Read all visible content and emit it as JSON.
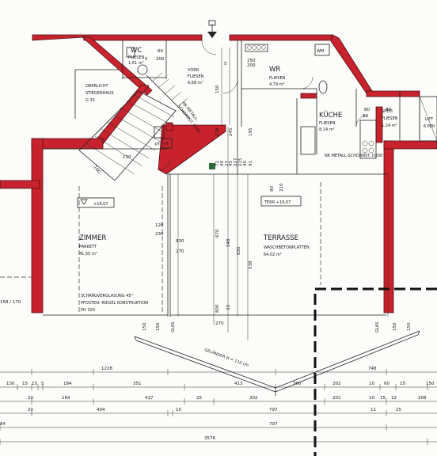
{
  "rooms": {
    "wc": {
      "name": "WC",
      "floor": "FLIESEN",
      "area": "1,61 m²"
    },
    "vorr": {
      "name": "VORR",
      "floor": "FLIESEN",
      "area": "6,68 m²"
    },
    "wr": {
      "name": "WR",
      "floor": "FLIESEN",
      "area": "4,79 m²"
    },
    "kueche": {
      "name": "KÜCHE",
      "floor": "FLIESEN",
      "area": "8,14 m²"
    },
    "speis": {
      "name": "SPEIS",
      "floor": "FLIESEN",
      "area": "1,24 m²"
    },
    "zimmer": {
      "name": "ZIMMER",
      "floor": "PARKETT",
      "area": "41,55 m²"
    },
    "terrasse": {
      "name": "TERRASSE",
      "floor": "WASCHBETONPLATTEN",
      "area": "64,02 m²"
    }
  },
  "notes": {
    "oberlicht": [
      "OBERLICHT",
      "STIEGENHAUS",
      "G 33"
    ],
    "nk_kitchen": "NK METALL-SCHORNST. D200",
    "nk_diag": [
      "NK METALL-",
      "SCHORNST. D200"
    ],
    "glazing": [
      "SCHRÄGVERGLASUNG 45°",
      "PFOSTEN- RIEGEL KONSTRUKTION",
      "PH 100"
    ],
    "railing": "GELÄNDER H = 110 cm",
    "glas_left": "GLAS",
    "glas_right": "GLAS",
    "lift": "LIFT",
    "lift_sub": "6 PER",
    "wm": "WM",
    "pt_left": "PT",
    "pt_right": "PT",
    "level_zimmer": "+19,07",
    "level_terr": "TERR +19,07"
  },
  "dims": {
    "inner": [
      "60",
      "200",
      "5",
      "218",
      "245",
      "40",
      "45",
      "227",
      "215",
      "40",
      "150",
      "5",
      "27",
      "72",
      "91",
      "195",
      "80",
      "80",
      "60",
      "200",
      "250",
      "80",
      "210",
      "120",
      "230",
      "830",
      "270",
      "548",
      "630",
      "670",
      "538",
      "33",
      "800",
      "270",
      "130",
      "150",
      "150",
      "150",
      "150",
      "100",
      "158 / 170"
    ],
    "chain1": [
      "1228",
      "748"
    ],
    "chain2": [
      "130",
      "15",
      "15",
      "5",
      "184",
      "351",
      "413",
      "300",
      "202",
      "10",
      "60",
      "15",
      "150"
    ],
    "chain3": [
      "20",
      "184",
      "437",
      "25",
      "302",
      "202",
      "10",
      "15",
      "12",
      "208"
    ],
    "chain4": [
      "20",
      "404",
      "10",
      "797",
      "11",
      "25"
    ],
    "chain5": [
      "84",
      "797"
    ],
    "chain6": [
      "3576"
    ]
  }
}
